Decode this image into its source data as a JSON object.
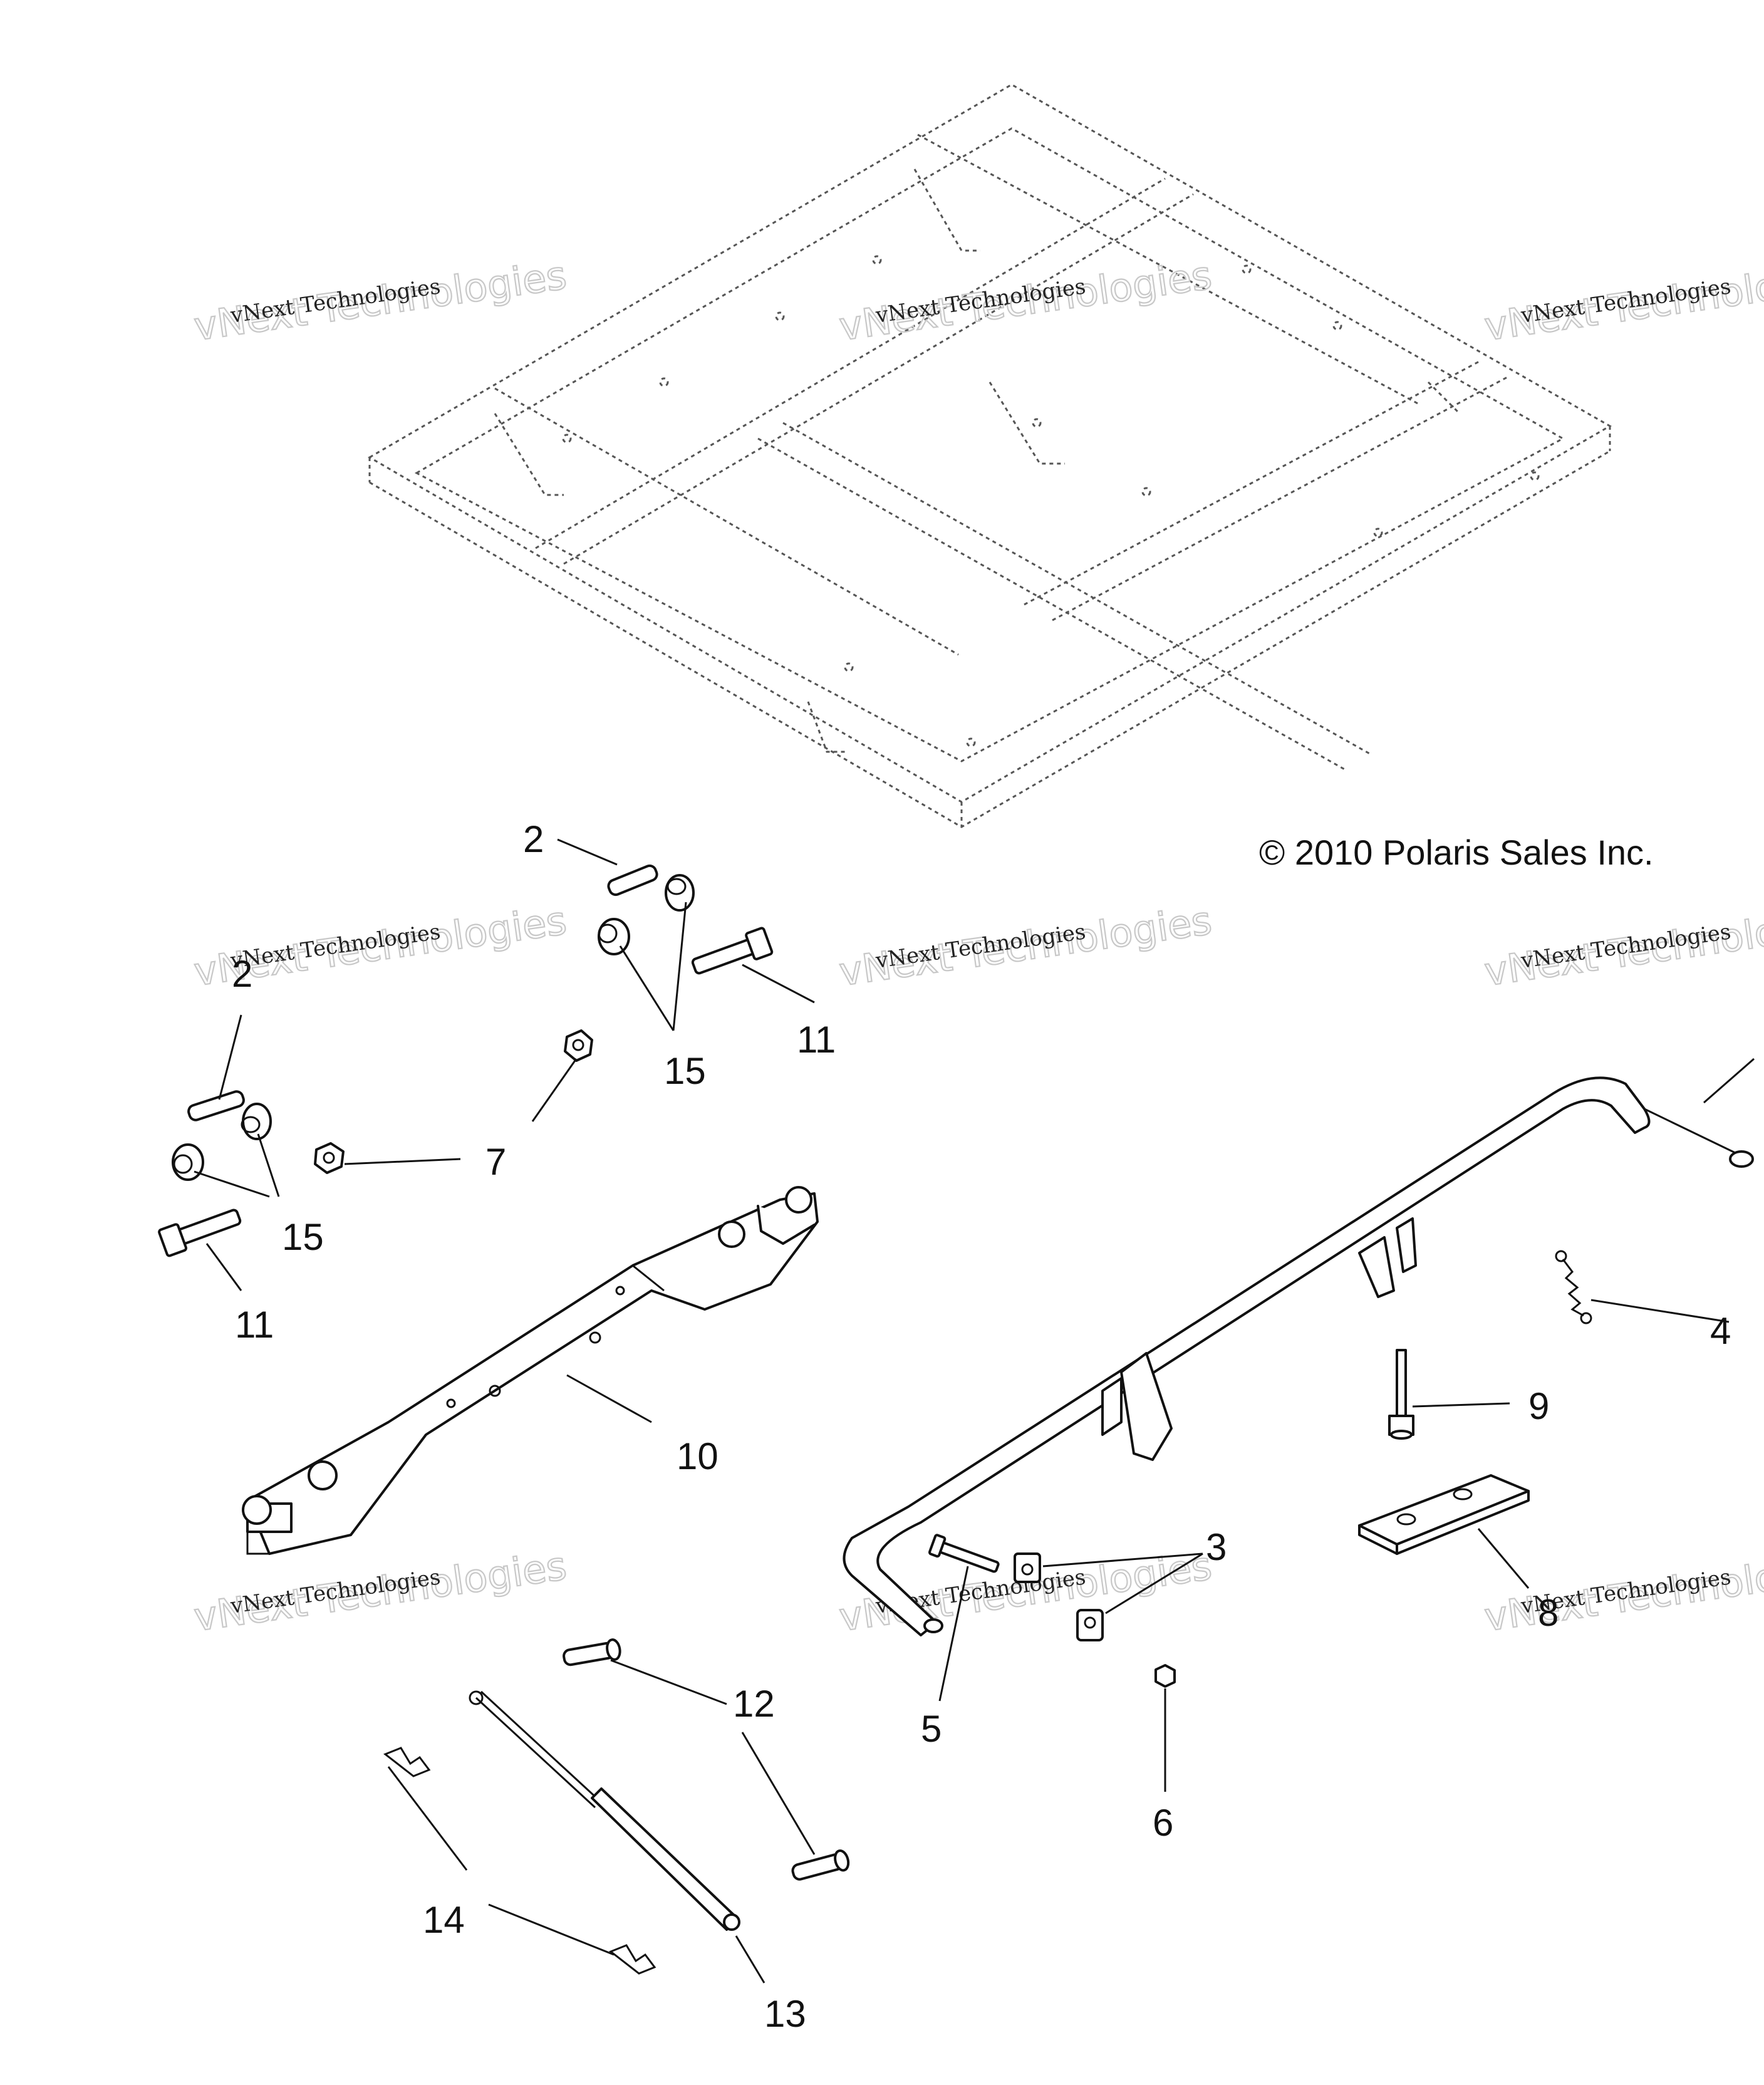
{
  "copyright": "© 2010 Polaris Sales Inc.",
  "watermark": {
    "line1": "vNext Technologies",
    "line2": "vNext Technologies"
  },
  "callouts": [
    "2",
    "2",
    "11",
    "15",
    "7",
    "15",
    "11",
    "10",
    "4",
    "9",
    "3",
    "8",
    "5",
    "6",
    "12",
    "14",
    "13"
  ],
  "colors": {
    "ink": "#111111",
    "watermark": "#c8c8c8",
    "background": "#ffffff"
  }
}
